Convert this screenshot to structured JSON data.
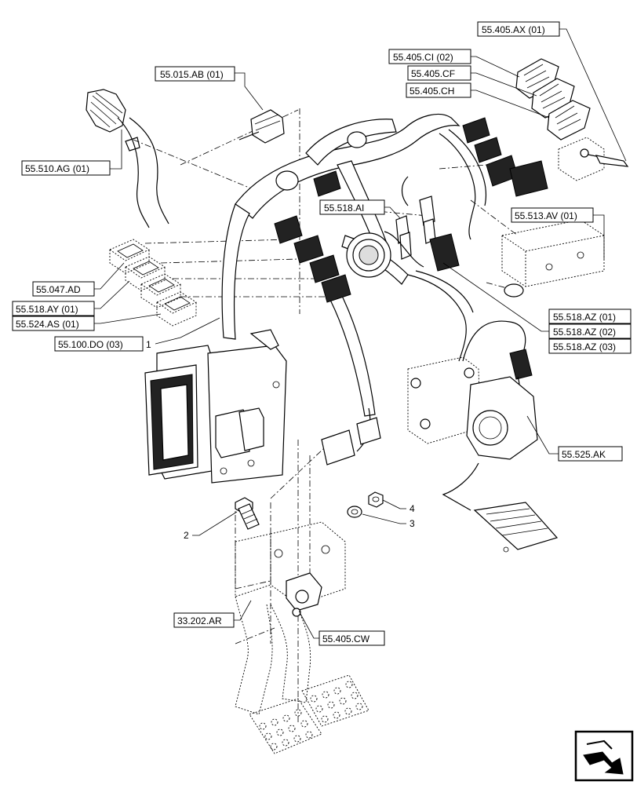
{
  "callouts": {
    "c_055015ab": "55.015.AB (01)",
    "c_055510ag": "55.510.AG (01)",
    "c_055405ax": "55.405.AX (01)",
    "c_055405ci": "55.405.CI (02)",
    "c_055405cf": "55.405.CF",
    "c_055405ch": "55.405.CH",
    "c_055518ai": "55.518.AI",
    "c_055513av": "55.513.AV (01)",
    "c_055047ad": "55.047.AD",
    "c_055518ay": "55.518.AY (01)",
    "c_055524as": "55.524.AS (01)",
    "c_055100do": "55.100.DO (03)",
    "c_055518az1": "55.518.AZ (01)",
    "c_055518az2": "55.518.AZ (02)",
    "c_055518az3": "55.518.AZ (03)",
    "c_055525ak": "55.525.AK",
    "c_033202ar": "33.202.AR",
    "c_055405cw": "55.405.CW"
  },
  "item_numbers": {
    "n1": "1",
    "n2": "2",
    "n3": "3",
    "n4": "4"
  },
  "icons": {
    "navigation": "next-page-arrow-icon"
  }
}
